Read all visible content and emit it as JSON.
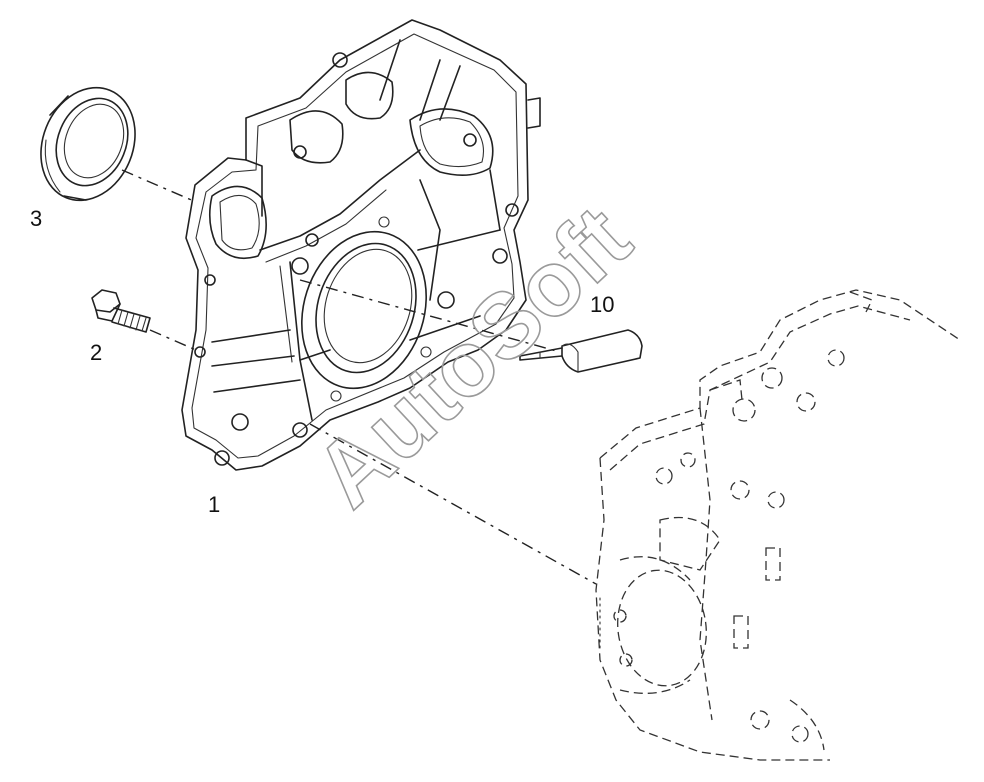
{
  "callouts": {
    "cover": "1",
    "bolt": "2",
    "seal": "3",
    "gasket": "10"
  },
  "watermark": "AutoSoft"
}
